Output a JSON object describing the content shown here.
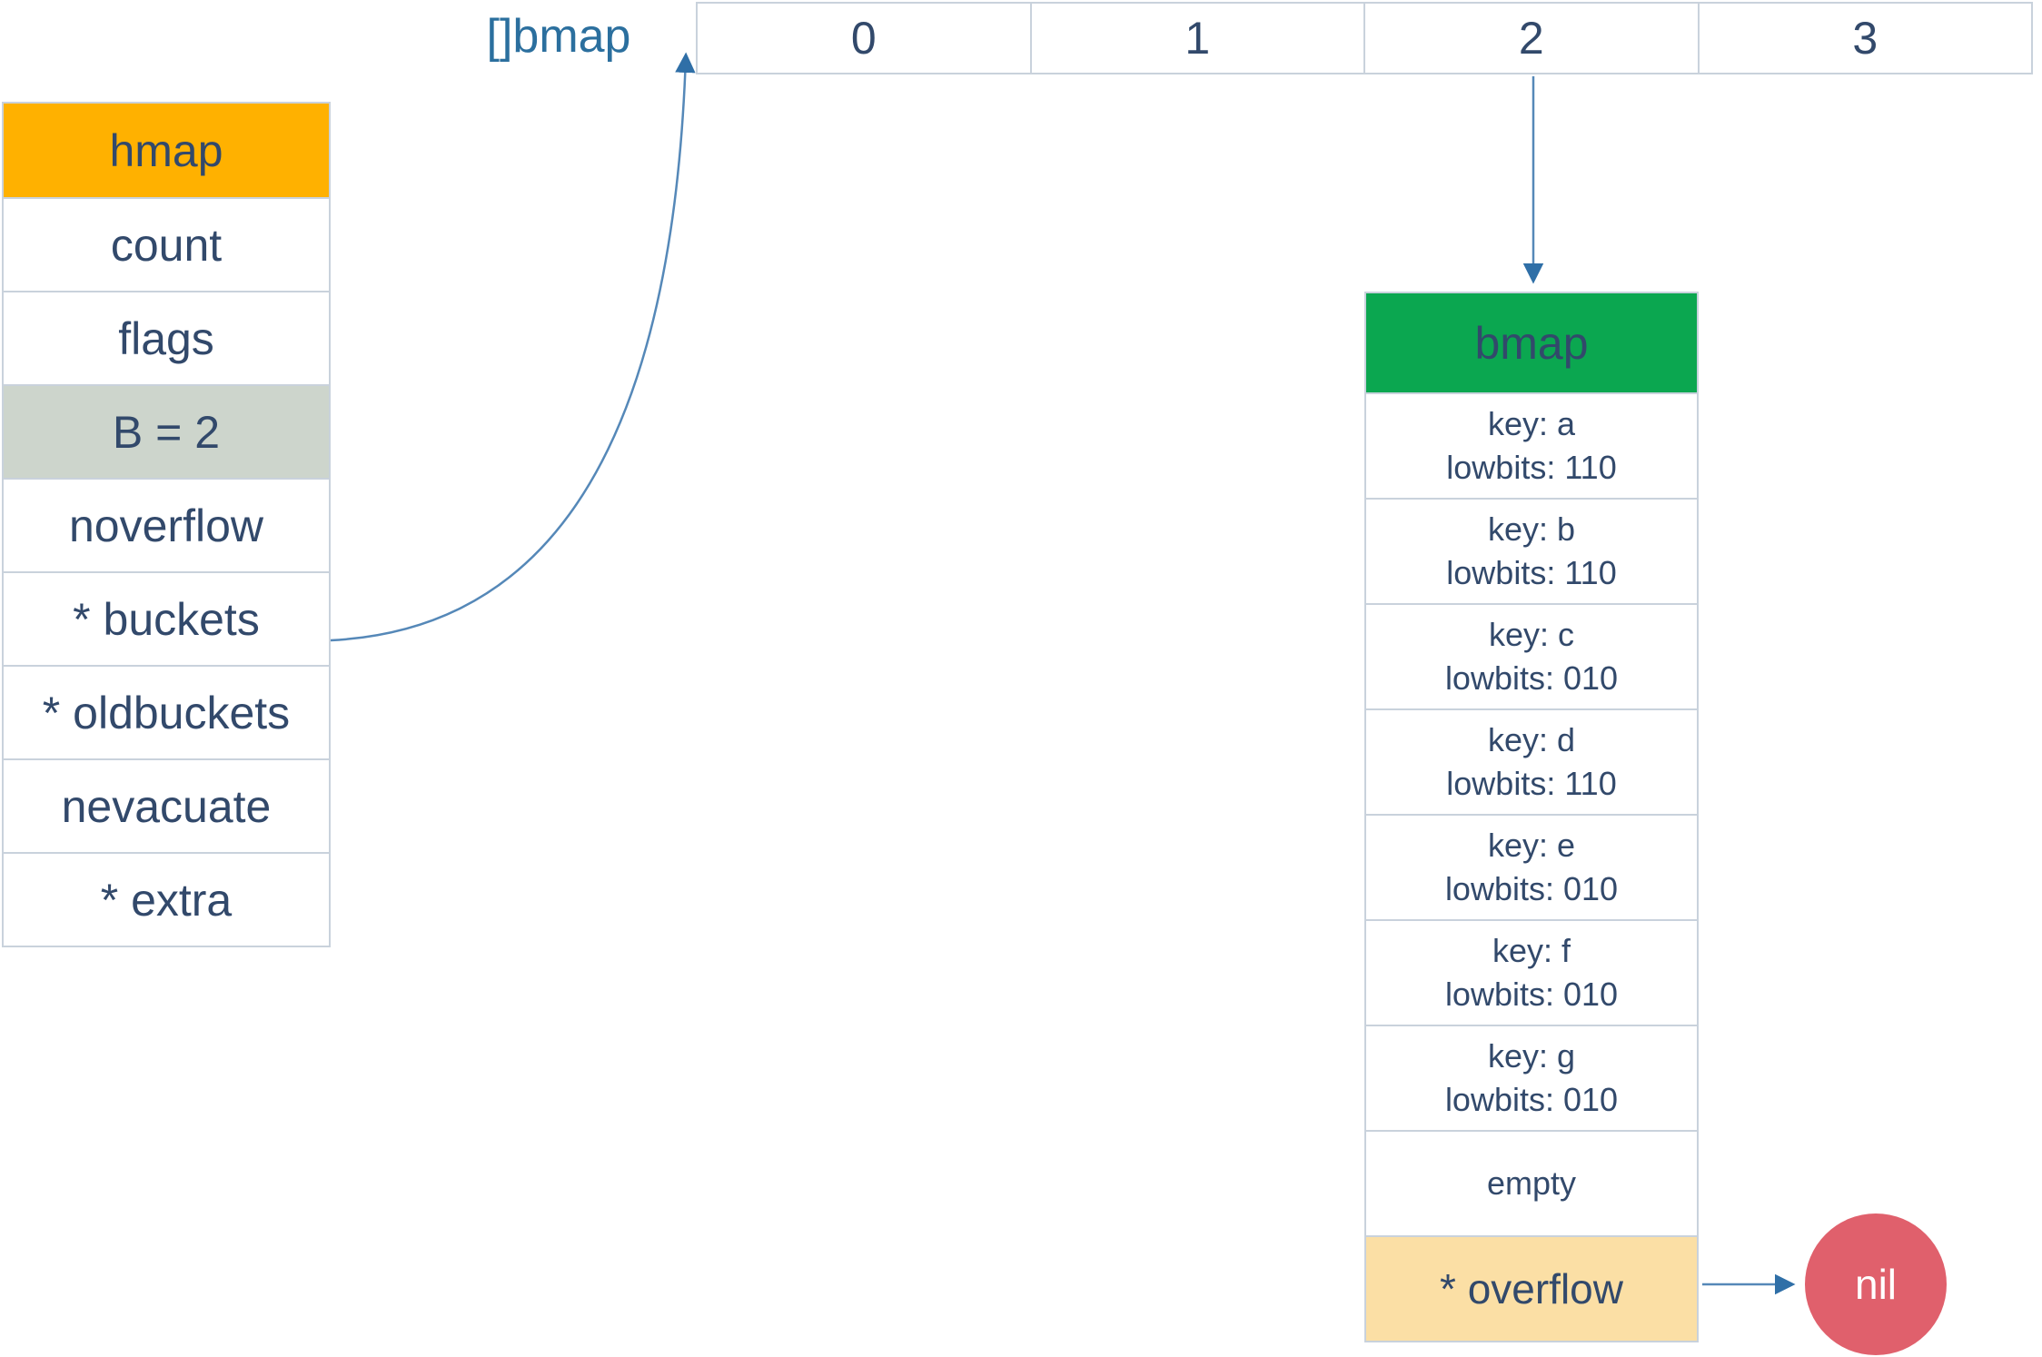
{
  "labels": {
    "slice": "[]bmap",
    "nil": "nil"
  },
  "hmap_table": {
    "rows": [
      {
        "label": "hmap"
      },
      {
        "label": "count"
      },
      {
        "label": "flags"
      },
      {
        "label": "B = 2"
      },
      {
        "label": "noverflow"
      },
      {
        "label": "* buckets"
      },
      {
        "label": "* oldbuckets"
      },
      {
        "label": "nevacuate"
      },
      {
        "label": "* extra"
      }
    ]
  },
  "bucket_array": {
    "cells": [
      "0",
      "1",
      "2",
      "3"
    ]
  },
  "bmap_table": {
    "header": "bmap",
    "entries": [
      {
        "key": "key: a",
        "lowbits": "lowbits: 110"
      },
      {
        "key": "key: b",
        "lowbits": "lowbits: 110"
      },
      {
        "key": "key: c",
        "lowbits": "lowbits: 010"
      },
      {
        "key": "key: d",
        "lowbits": "lowbits: 110"
      },
      {
        "key": "key: e",
        "lowbits": "lowbits: 010"
      },
      {
        "key": "key: f",
        "lowbits": "lowbits: 010"
      },
      {
        "key": "key: g",
        "lowbits": "lowbits: 010"
      }
    ],
    "empty_label": "empty",
    "overflow_label": "* overflow"
  },
  "colors": {
    "hmap-header": "#FFB100",
    "b-row": "#CDD5CC",
    "bmap-header": "#0BA750",
    "overflow-row": "#FBDFA5",
    "nil-circle": "#E0606C",
    "text": "#32496B",
    "label-blue": "#2B6F9E",
    "border": "#C9D2DC",
    "arrow": "#5588B8",
    "arrow-head": "#2F6FA7"
  }
}
